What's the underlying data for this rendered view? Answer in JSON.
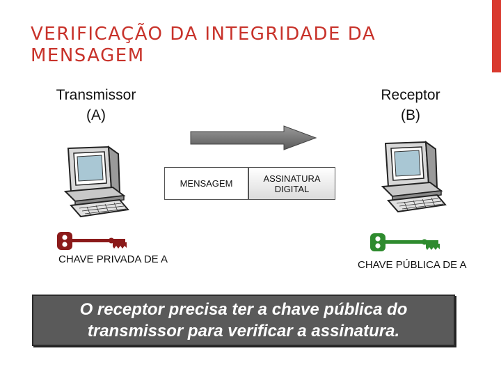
{
  "slide": {
    "title": "VERIFICAÇÃO DA INTEGRIDADE DA MENSAGEM",
    "accent_color": "#d93a2f",
    "title_color": "#c8322a"
  },
  "sender": {
    "name": "Transmissor",
    "code": "(A)",
    "icon": "computer-icon"
  },
  "receiver": {
    "name": "Receptor",
    "code": "(B)",
    "icon": "computer-icon"
  },
  "flow": {
    "icon": "arrow-right-icon"
  },
  "payload": {
    "message_label": "MENSAGEM",
    "signature_line1": "ASSINATURA",
    "signature_line2": "DIGITAL"
  },
  "keys": {
    "private_label": "CHAVE PRIVADA DE A",
    "private_color": "#8b1a1a",
    "public_label": "CHAVE PÚBLICA DE A",
    "public_color": "#2e8b2e"
  },
  "note": {
    "line1": "O receptor precisa ter a chave pública do",
    "line2": "transmissor para verificar a assinatura."
  }
}
